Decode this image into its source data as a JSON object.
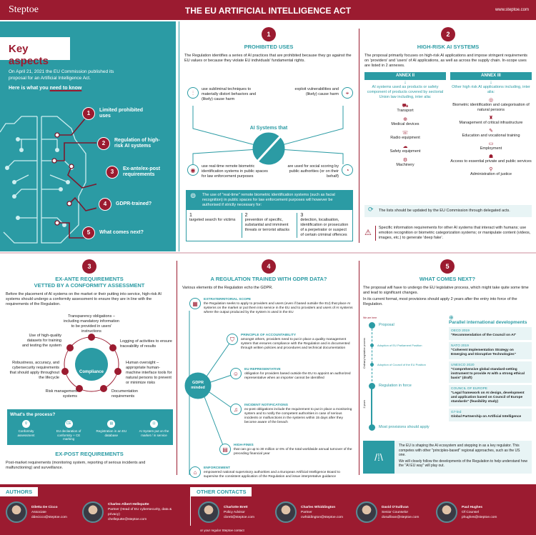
{
  "header": {
    "logo": "Steptoe",
    "title": "THE EU ARTIFICIAL INTELLIGENCE ACT",
    "url": "www.steptoe.com"
  },
  "key_aspects": {
    "title": "Key aspects",
    "intro": "On April 21, 2021 the EU Commission published its proposal for an Artificial Intelligence Act.",
    "need_prefix": "Here is what you ",
    "need_emph": "need to know",
    "items": [
      {
        "num": "1",
        "label": "Limited prohibited uses"
      },
      {
        "num": "2",
        "label": "Regulation of high-risk AI systems"
      },
      {
        "num": "3",
        "label": "Ex-ante/ex-post requirements"
      },
      {
        "num": "4",
        "label": "GDPR-trained?"
      },
      {
        "num": "5",
        "label": "What comes next?"
      }
    ]
  },
  "s1": {
    "num": "1",
    "title": "PROHIBITED USES",
    "intro": "The Regulation identifies a series of AI practices that are prohibited because they go against the EU values or because they violate EU individuals' fundamental rights.",
    "center": "AI Systems that",
    "uses": [
      "use subliminal techniques to materially distort behaviors and (likely) cause harm",
      "exploit vulnerabilities and (likely) cause harm",
      "use real-time remote biometric identification systems in public spaces for law enforcement purposes",
      "are used for social scoring by public authorities (or on their behalf)"
    ],
    "box_text": "The use of \"real-time\" remote biometric identification systems (such as facial recognition) in public spaces for law enforcement purposes will however be authorised if strictly necessary for:",
    "exceptions": [
      {
        "num": "1",
        "text": "targeted search for victims"
      },
      {
        "num": "2",
        "text": "prevention of specific, substantial and imminent threats or terrorist attacks"
      },
      {
        "num": "3",
        "text": "detection, localisation, identification or prosecution of a perpetrator or suspect of certain criminal offences"
      }
    ]
  },
  "s2": {
    "num": "2",
    "title": "HIGH-RISK AI SYSTEMS",
    "intro": "The proposal primarily focuses on high-risk AI applications and impose stringent requirements on 'providers' and 'users' of AI applications, as well as across the supply chain. In-scope uses are listed in 2 annexes.",
    "annex2": {
      "title": "ANNEX II",
      "desc": "AI systems used as products or safety component of products covered by sectorial Union law including, inter alia:",
      "items": [
        "Transport",
        "Medical devices",
        "Radio equipment",
        "Safety equipment",
        "Machinery"
      ]
    },
    "annex3": {
      "title": "ANNEX III",
      "desc": "Other high risk AI applications including, inter alia:",
      "items": [
        "Biometric identification and categorisation of natural persons",
        "Management of critical infrastructure",
        "Education and vocational training",
        "Employment",
        "Access to essential private and public services",
        "Administration of justice"
      ]
    },
    "update": "The lists should be updated by the EU Commission through delegated acts.",
    "warning": "Specific information requirements for other AI systems that interact with humans; use emotion recognition or biometric categorization systems; or manipulate content (videos, images, etc.) to generate 'deep fake'."
  },
  "s3": {
    "num": "3",
    "title1": "EX-ANTE REQUIREMENTS",
    "title2": "VETTED BY A CONFORMITY ASSESSMENT",
    "intro": "Before the placement of AI systems on the market or their putting into service, high-risk AI systems should undergo a conformity assessment to ensure they are in line with the requirements of the Regulation.",
    "center": "Compliance",
    "reqs": [
      "Transparency obligations – including mandatory information to be provided in users' instructions",
      "Logging of activities to ensure traceability of results",
      "Human oversight – appropriate human-machine interface tools for natural persons to prevent or minimize risks",
      "Documentation requirements",
      "Risk management systems",
      "Robustness, accuracy, and cybersecurity requirements that should apply throughout the lifecycle",
      "Use of high-quality datasets for training and testing the system"
    ],
    "process_title": "What's the process?",
    "steps": [
      "Conformity assessment",
      "EU declaration of conformity + CE marking",
      "Registration in an EU database",
      "AI System put on the market / in service"
    ],
    "post_title": "EX-POST REQUIREMENTS",
    "post_text": "Post-market requirements (monitoring system, reporting of serious incidents and malfunctioning) and surveillance."
  },
  "s4": {
    "num": "4",
    "title": "A REGULATION TRAINED WITH GDPR DATA?",
    "intro": "Various elements of the Regulation echo the GDPR.",
    "center": "GDPR minded",
    "items": [
      {
        "title": "EXTRATERRITORIAL SCOPE",
        "text": "the Regulation seeks to apply to providers and users (even if based outside the EU) that place AI systems on the market or put them into service in the EU and to providers and users of AI systems where the output produced by the system is used in the EU"
      },
      {
        "title": "PRINCIPLE OF ACCOUNTABILITY",
        "text": "amongst others, providers need to put in place a quality management system that ensures compliance with the Regulation and is documented through written policies and procedures and technical documentation"
      },
      {
        "title": "EU REPRESENTATIVE",
        "text": "obligation for providers based outside the EU to appoint an authorized representative when an importer cannot be identified"
      },
      {
        "title": "INCIDENT NOTIFICATIONS",
        "text": "ex-post obligations include the requirement to put in place a monitoring system and to notify the competent authorities in case of serious incidents or malfunctions in the systems within 15 days after they become aware of the breach"
      },
      {
        "title": "HIGH-FINES",
        "text": "that can go up to 30 million or 6% of the total worldwide annual turnover of the preceding financial year"
      },
      {
        "title": "ENFORCEMENT",
        "text": "empowered national supervisory authorities and a European Artificial Intelligence Board to supervise the consistent application of the Regulation and issue interpretative guidance"
      }
    ]
  },
  "s5": {
    "num": "5",
    "title": "WHAT COMES NEXT?",
    "p1": "The proposal will have to undergo the EU legislative process, which might take quite some time and lead to significant changes.",
    "p2": "In its current format, most provisions should apply 2 years after the entry into force of the Regulation.",
    "timeline_marker": "We are here",
    "timeline_side1": "Ordinary legislative process",
    "timeline_side2": "2 years",
    "timeline": [
      "Proposal",
      "Adoption of EU Parliament Position",
      "Adoption of Council of the EU Position",
      "Regulation in force",
      "Most provisions should apply"
    ],
    "intl_title": "Parallel international developments",
    "intl": [
      {
        "org": "OECD 2019",
        "text": "\"Recommendation of the Council on AI\""
      },
      {
        "org": "NATO 2019",
        "text": "\"Coherent Implementation Strategy on Emerging and Disruptive Technologies\""
      },
      {
        "org": "UNESCO 2020",
        "text": "\"Comprehensive global standard-setting instrument to provide AI with a strong ethical basis\" (draft)"
      },
      {
        "org": "COUNCIL OF EUROPE",
        "text": "\"Legal framework on AI design, development and application based on Council of Europe standards\" (feasibility study)"
      },
      {
        "org": "G7-led",
        "text": "Global Partnership on Artificial Intelligence"
      }
    ],
    "closing1": "The EU is shaping the AI ecosystem and stepping in as a key regulator. This competes with other \"principles-based\" regional approaches, such as the US one.",
    "closing2": "We will closely follow the developments of the Regulation to help understand how the \"AI EU way\" will play out."
  },
  "footer": {
    "authors_label": "AUTHORS",
    "contacts_label": "OTHER CONTACTS",
    "regular": "or your regular Steptoe contact",
    "authors": [
      {
        "name": "Diletta De Cicco",
        "role": "Associate",
        "email": "ddecicco@steptoe.com"
      },
      {
        "name": "Charles-Albert Helleputte",
        "role": "Partner (Head of EU cybersecurity, data & privacy)",
        "email": "chelleputte@steptoe.com"
      }
    ],
    "contacts": [
      {
        "name": "Charlotte Brett",
        "role": "Policy Advisor",
        "email": "cbrett@steptoe.com"
      },
      {
        "name": "Charles Whiddington",
        "role": "Partner",
        "email": "cwhiddington@steptoe.com"
      },
      {
        "name": "David O'Sullivan",
        "role": "Senior Counselor",
        "email": "dosullivan@steptoe.com"
      },
      {
        "name": "Paul Hughes",
        "role": "Of Counsel",
        "email": "phughes@steptoe.com"
      }
    ]
  },
  "colors": {
    "brand": "#9b1b30",
    "teal": "#2b9ba4"
  }
}
